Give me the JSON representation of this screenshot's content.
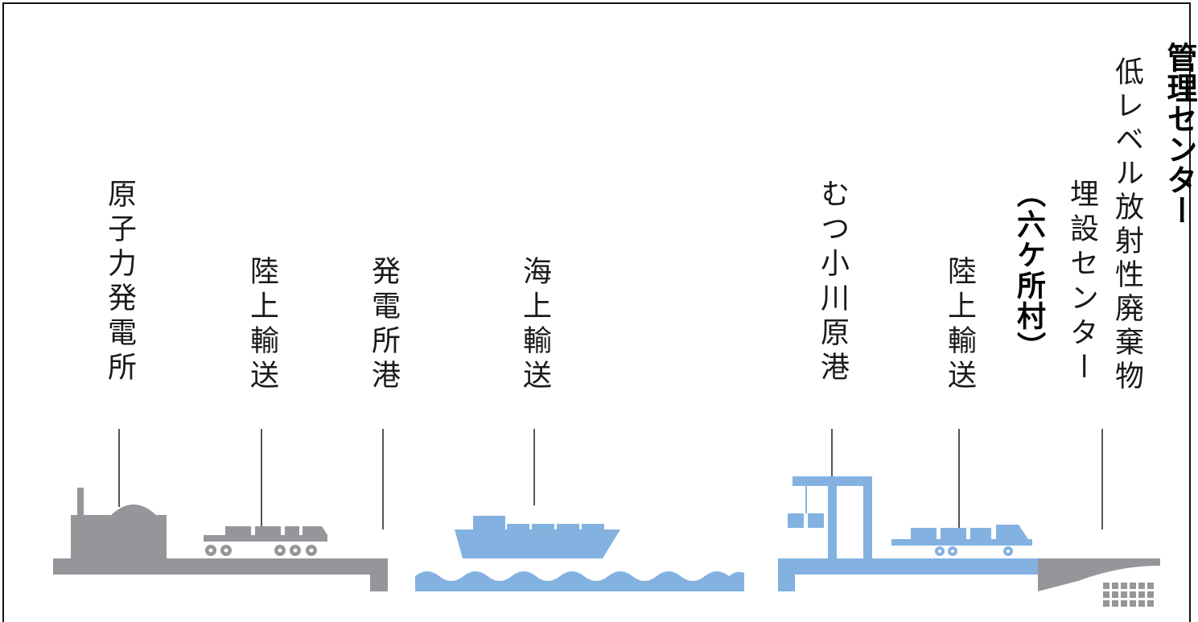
{
  "labels": {
    "nuclear_plant": "原子力発電所",
    "land_transport_1": "陸上輸送",
    "plant_port": "発電所港",
    "sea_transport": "海上輸送",
    "mutsu_ogawara_port": "むつ小川原港",
    "land_transport_2": "陸上輸送",
    "rokkasho": "（六ケ所村）",
    "disposal_center_part2": "埋設センター",
    "disposal_center_part1": "低レベル放射性廃棄物",
    "management_center": "管理センター"
  },
  "colors": {
    "gray": "#97959a",
    "blue": "#84b2e0",
    "line": "#555555",
    "text": "#1a1a1a"
  }
}
